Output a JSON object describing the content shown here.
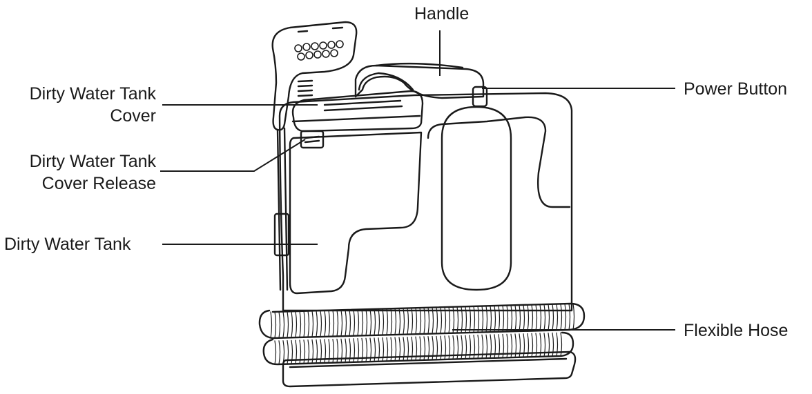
{
  "labels": {
    "handle": "Handle",
    "power_button": "Power Button",
    "cover_line1": "Dirty Water Tank",
    "cover_line2": "Cover",
    "release_line1": "Dirty Water Tank",
    "release_line2": "Cover Release",
    "tank": "Dirty Water Tank",
    "hose": "Flexible Hose"
  },
  "colors": {
    "stroke": "#1a1a1a",
    "background": "#ffffff"
  }
}
